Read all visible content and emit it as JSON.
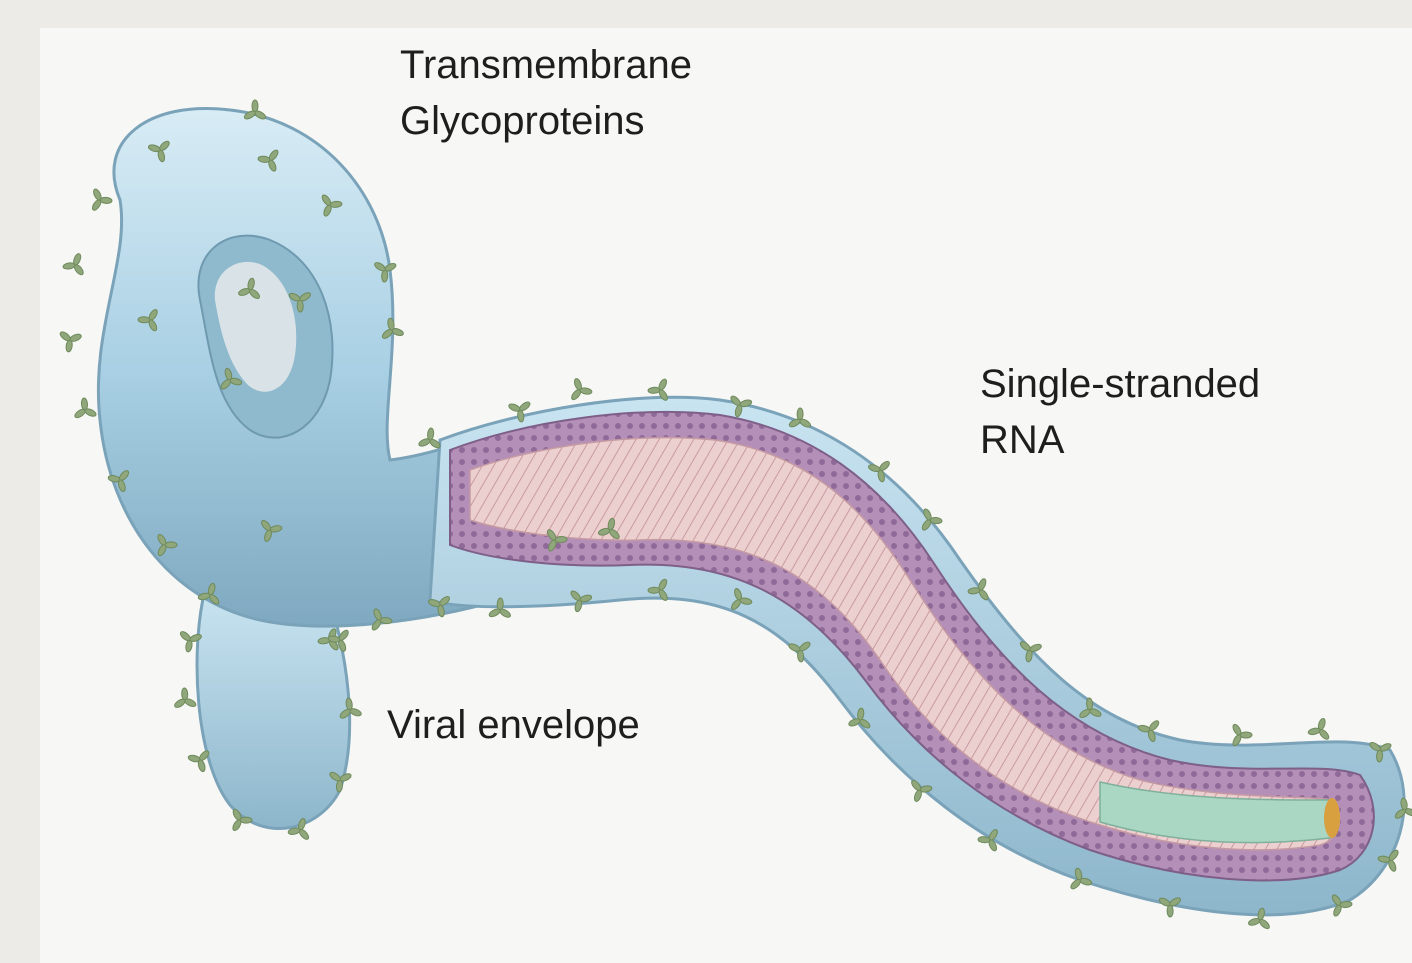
{
  "labels": {
    "glycoproteins": "Transmembrane\nGlycoproteins",
    "rna": "Single-stranded\nRNA",
    "envelope": "Viral envelope"
  },
  "colors": {
    "background": "#ecebe7",
    "panel": "#f7f7f5",
    "envelope_light": "#c9e3f0",
    "envelope_mid": "#a7cfe3",
    "envelope_dark": "#6f9fb8",
    "matrix_purple": "#a07aa8",
    "matrix_light": "#cdb4cf",
    "rna_core": "#e9c8c8",
    "nucleocapsid_green": "#a9d7c4",
    "tip_orange": "#d9a040",
    "glycoprotein_green": "#8fa77a"
  },
  "icons": {
    "glycoprotein_spike": "glycoprotein-spike-icon"
  }
}
